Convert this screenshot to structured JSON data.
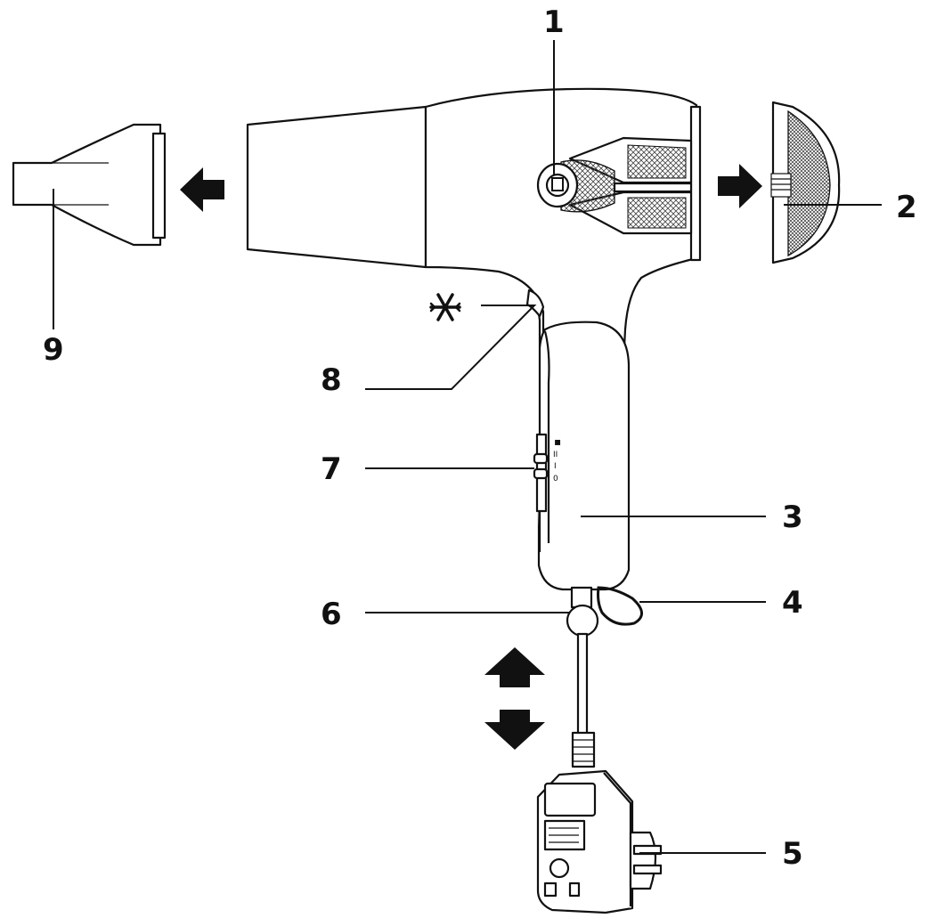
{
  "callouts": [
    {
      "id": "1",
      "label": "1"
    },
    {
      "id": "2",
      "label": "2"
    },
    {
      "id": "3",
      "label": "3"
    },
    {
      "id": "4",
      "label": "4"
    },
    {
      "id": "5",
      "label": "5"
    },
    {
      "id": "6",
      "label": "6"
    },
    {
      "id": "7",
      "label": "7"
    },
    {
      "id": "8",
      "label": "8"
    },
    {
      "id": "9",
      "label": "9"
    }
  ],
  "switch_marks": {
    "top": "▪",
    "mid1": "II",
    "mid2": "I",
    "bottom": "0"
  },
  "icons": {
    "cool_shot": "snowflake-icon",
    "detach_left": "arrow-left-icon",
    "detach_right": "arrow-right-icon",
    "cord_up": "arrow-up-icon",
    "cord_down": "arrow-down-icon"
  }
}
